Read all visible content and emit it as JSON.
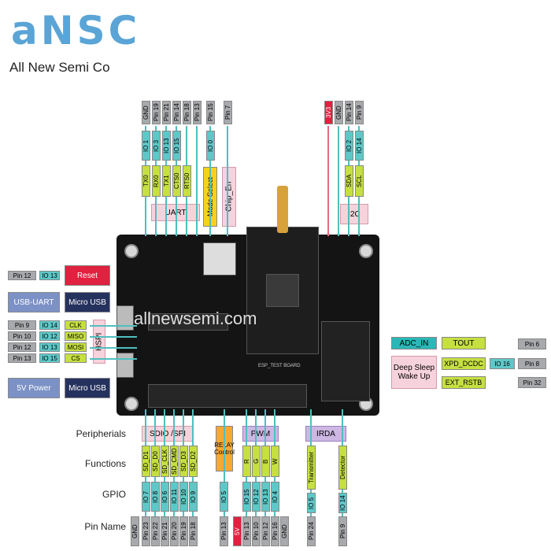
{
  "brand": {
    "logo": "aNSC",
    "tagline": "All New Semi Co",
    "watermark": "allnewsemi.com",
    "board_label": "ESP_TEST BOARD"
  },
  "top_left": {
    "pins": [
      "GND",
      "Pin 19",
      "Pin 21",
      "Pin 14",
      "Pin 18",
      "Pin 13",
      "Pin 15",
      "Pin 7"
    ],
    "ios": [
      "IO 1",
      "IO 3",
      "IO 13",
      "IO 15",
      "",
      "",
      "IO 0",
      ""
    ],
    "fns": [
      "TX0",
      "RX0",
      "TX1",
      "CTS0",
      "RTS0",
      "",
      "",
      ""
    ],
    "uart": "UART",
    "mode": "Mode Select",
    "chip": "Chip_En"
  },
  "top_right": {
    "pins": [
      "3V3",
      "GND",
      "Pin 14",
      "Pin 9"
    ],
    "ios": [
      "",
      "",
      "IO 2",
      "IO 14"
    ],
    "fns": [
      "",
      "",
      "SDA",
      "SCL"
    ],
    "i2c": "I2C"
  },
  "left": {
    "reset": {
      "pin": "Pin 12",
      "io": "IO 13",
      "label": "Reset"
    },
    "usb_uart": "USB-UART",
    "micro_usb": "Micro USB",
    "hspi": {
      "label": "HSPI",
      "rows": [
        {
          "pin": "Pin 9",
          "io": "IO 14",
          "fn": "CLK"
        },
        {
          "pin": "Pin 10",
          "io": "IO 12",
          "fn": "MISO"
        },
        {
          "pin": "Pin 12",
          "io": "IO 13",
          "fn": "MOSI"
        },
        {
          "pin": "Pin 13",
          "io": "IO 15",
          "fn": "CS"
        }
      ]
    },
    "power": "5V Power",
    "micro_usb2": "Micro USB"
  },
  "right": {
    "adc": "ADC_IN",
    "tout": "TOUT",
    "pin6": "Pin 6",
    "deep": "Deep Sleep Wake Up",
    "xpd": "XPD_DCDC",
    "io16": "IO 16",
    "pin8": "Pin 8",
    "ext": "EXT_RSTB",
    "pin32": "Pin 32"
  },
  "bottom": {
    "rows": {
      "peripherals": "Peripherials",
      "functions": "Functions",
      "gpio": "GPIO",
      "pinname": "Pin Name"
    },
    "sdio": {
      "label": "SDIO /SPI",
      "fns": [
        "SD_D1",
        "SD_D0",
        "SD_CLK",
        "SD_CMD",
        "SD_D3",
        "SD_D2"
      ],
      "ios": [
        "IO 7",
        "IO 8",
        "IO 6",
        "IO 11",
        "IO 10",
        "IO 9"
      ],
      "pins": [
        "GND",
        "Pin 23",
        "Pin 22",
        "Pin 21",
        "Pin 20",
        "Pin 19",
        "Pin 18"
      ]
    },
    "relay": {
      "label": "RELAY Control",
      "io": "IO 5",
      "pin": "Pin 13"
    },
    "pwm": {
      "label": "PWM",
      "fns": [
        "R",
        "G",
        "B",
        "W"
      ],
      "ios": [
        "IO 15",
        "IO 12",
        "IO 13",
        "IO 4"
      ],
      "pins": [
        "5V",
        "Pin 13",
        "Pin 10",
        "Pin 12",
        "Pin 16",
        "GND"
      ]
    },
    "irda": {
      "label": "IRDA",
      "fns": [
        "Transmitter",
        "Detector"
      ],
      "ios": [
        "IO 5",
        "IO 14"
      ],
      "pins": [
        "Pin 24",
        "Pin 9"
      ]
    }
  }
}
